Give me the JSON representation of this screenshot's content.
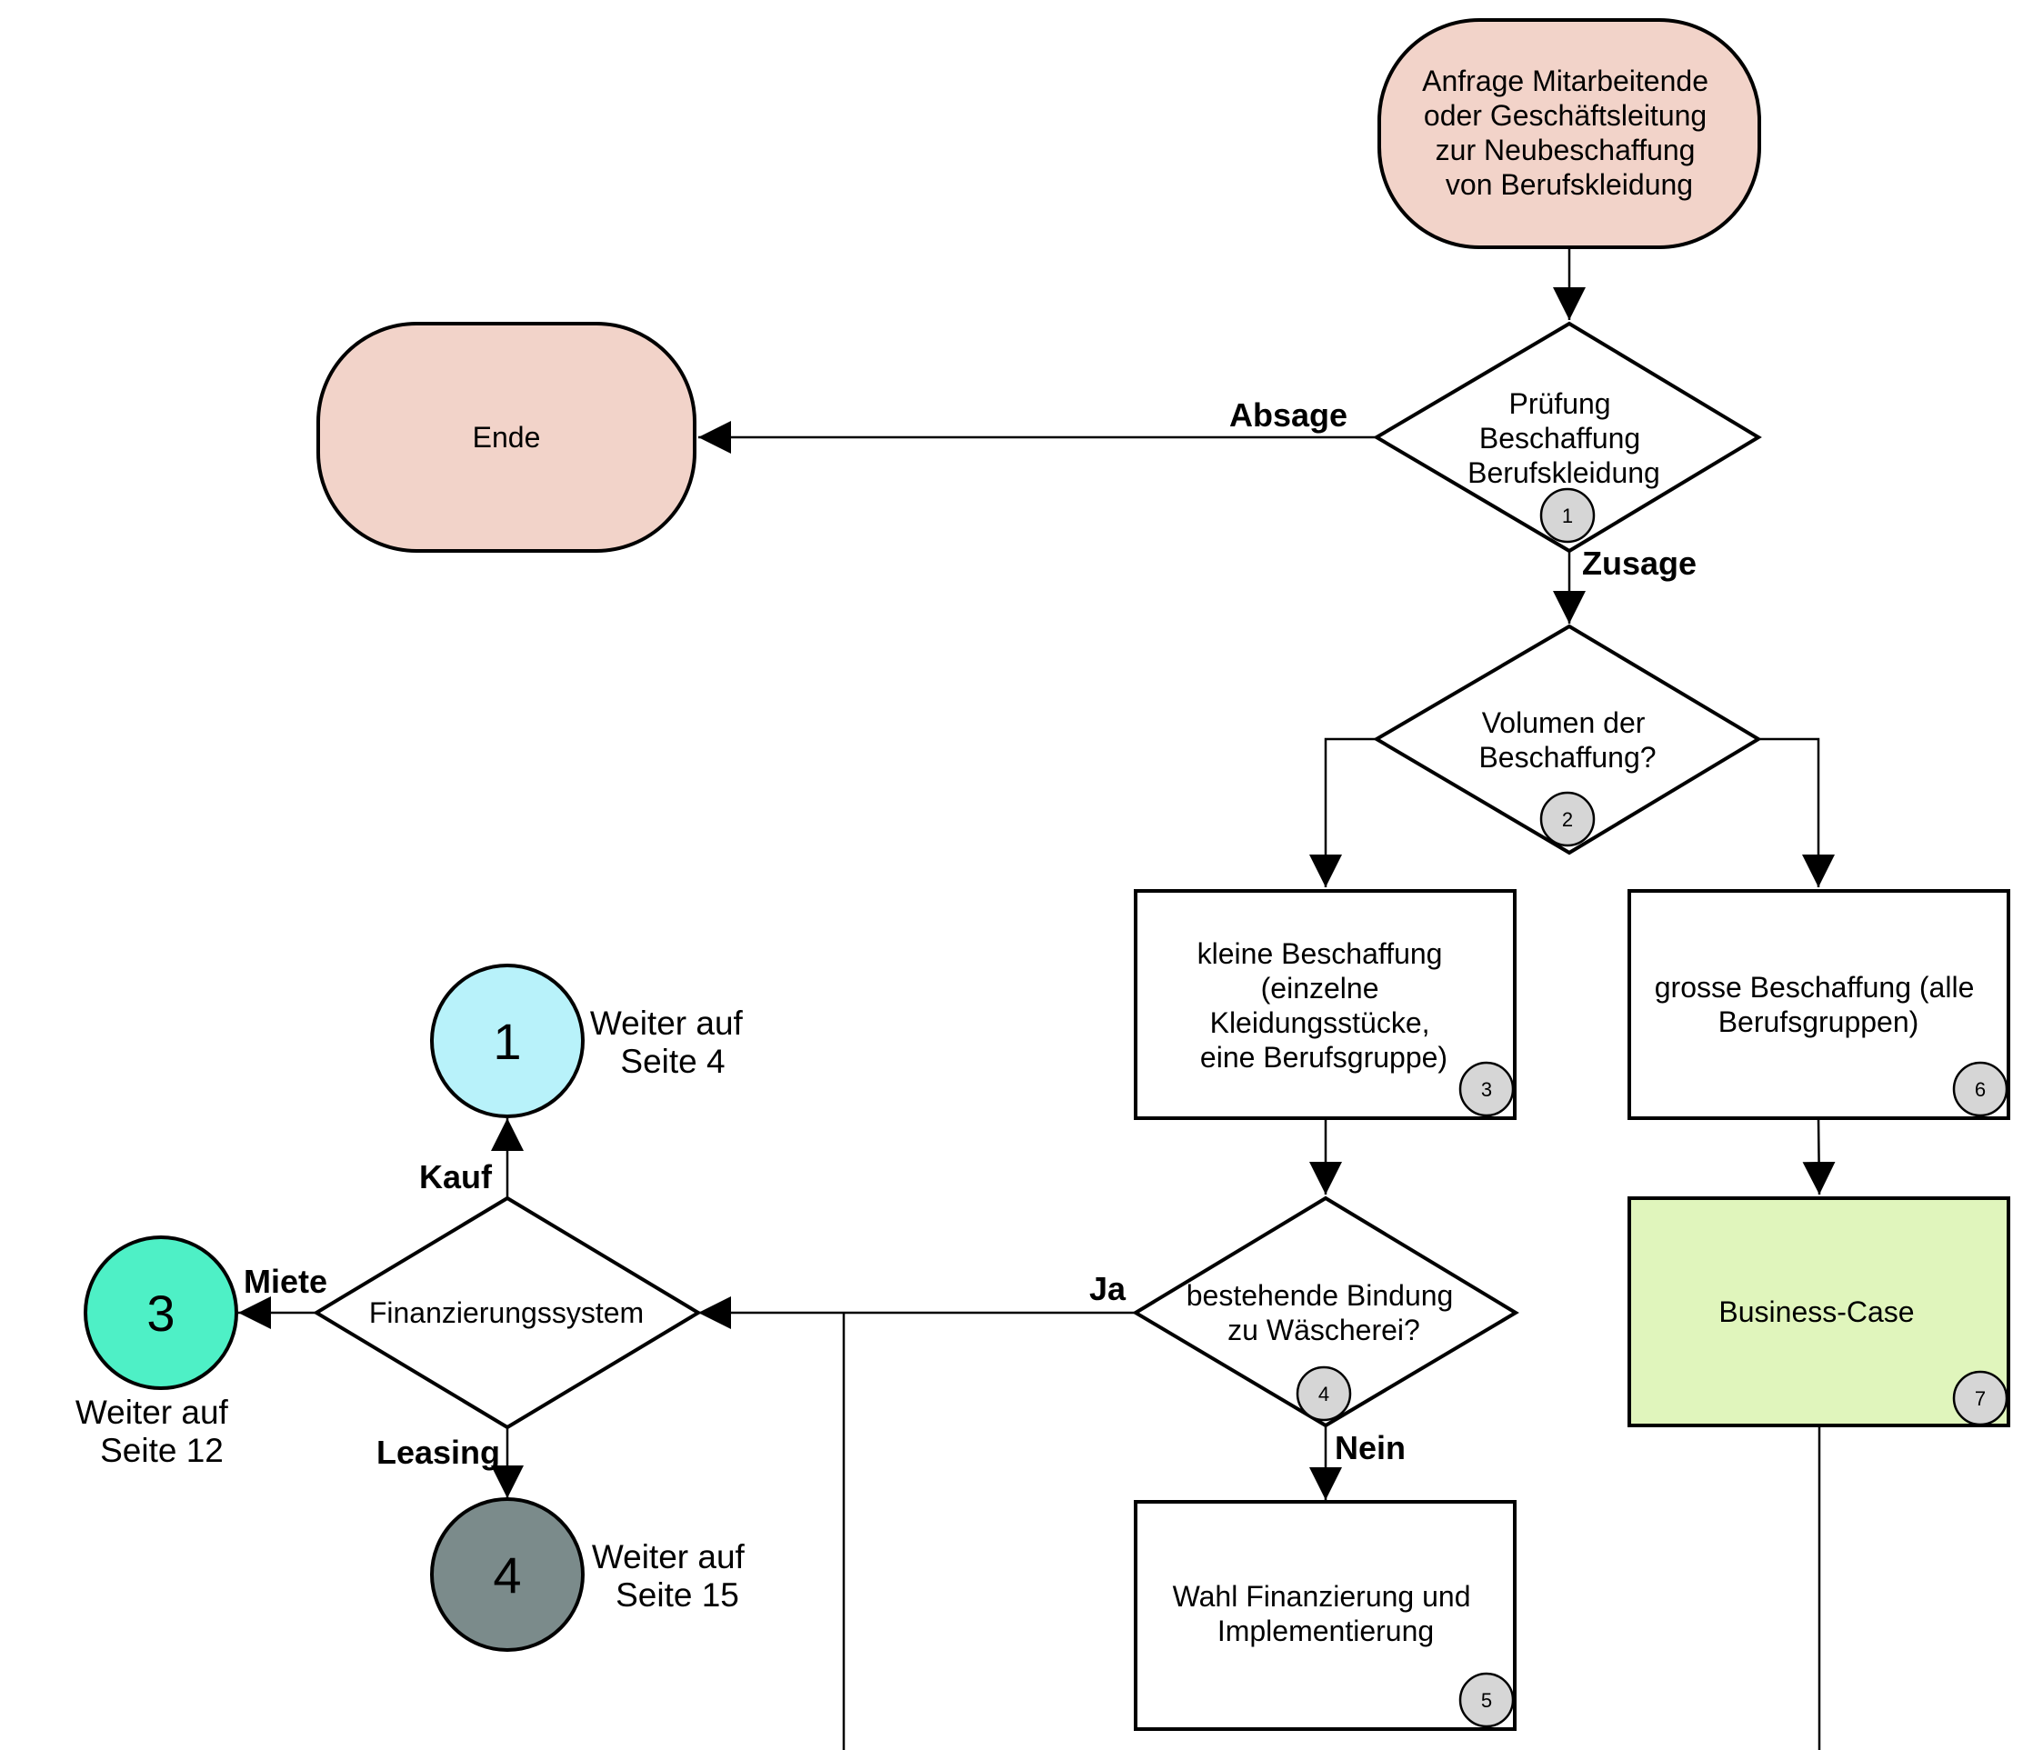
{
  "diagram": {
    "nodes": {
      "start": {
        "lines": [
          "Anfrage Mitarbeitende",
          "oder Geschäftsleitung",
          "zur Neubeschaffung",
          "von Berufskleidung"
        ],
        "fill": "#f2d3c9"
      },
      "ende": {
        "lines": [
          "Ende"
        ],
        "fill": "#f2d3c9"
      },
      "pruefung": {
        "lines": [
          "Prüfung",
          "Beschaffung",
          "Berufskleidung"
        ],
        "badge": "1"
      },
      "volumen": {
        "lines": [
          "Volumen der",
          "Beschaffung?"
        ],
        "badge": "2"
      },
      "klein": {
        "lines": [
          "kleine Beschaffung",
          "(einzelne",
          "Kleidungsstücke,",
          "eine Berufsgruppe)"
        ],
        "badge": "3"
      },
      "gross": {
        "lines": [
          "grosse Beschaffung (alle",
          "Berufsgruppen)"
        ],
        "badge": "6"
      },
      "bindung": {
        "lines": [
          "bestehende Bindung",
          "zu Wäscherei?"
        ],
        "badge": "4"
      },
      "business": {
        "lines": [
          "Business-Case"
        ],
        "badge": "7",
        "fill": "#e0f5bc"
      },
      "wahl": {
        "lines": [
          "Wahl Finanzierung und",
          "Implementierung"
        ],
        "badge": "5"
      },
      "finanzierung": {
        "lines": [
          "Finanzierungssystem"
        ]
      }
    },
    "connectors": {
      "c1": {
        "number": "1",
        "lines": [
          "Weiter auf",
          "Seite 4"
        ],
        "fill": "#b8f2fa"
      },
      "c3": {
        "number": "3",
        "lines": [
          "Weiter auf",
          "Seite 12"
        ],
        "fill": "#4ef0c6"
      },
      "c4": {
        "number": "4",
        "lines": [
          "Weiter auf",
          "Seite 15"
        ],
        "fill": "#7b8b8b"
      }
    },
    "edge_labels": {
      "absage": "Absage",
      "zusage": "Zusage",
      "ja": "Ja",
      "nein": "Nein",
      "kauf": "Kauf",
      "miete": "Miete",
      "leasing": "Leasing"
    }
  }
}
